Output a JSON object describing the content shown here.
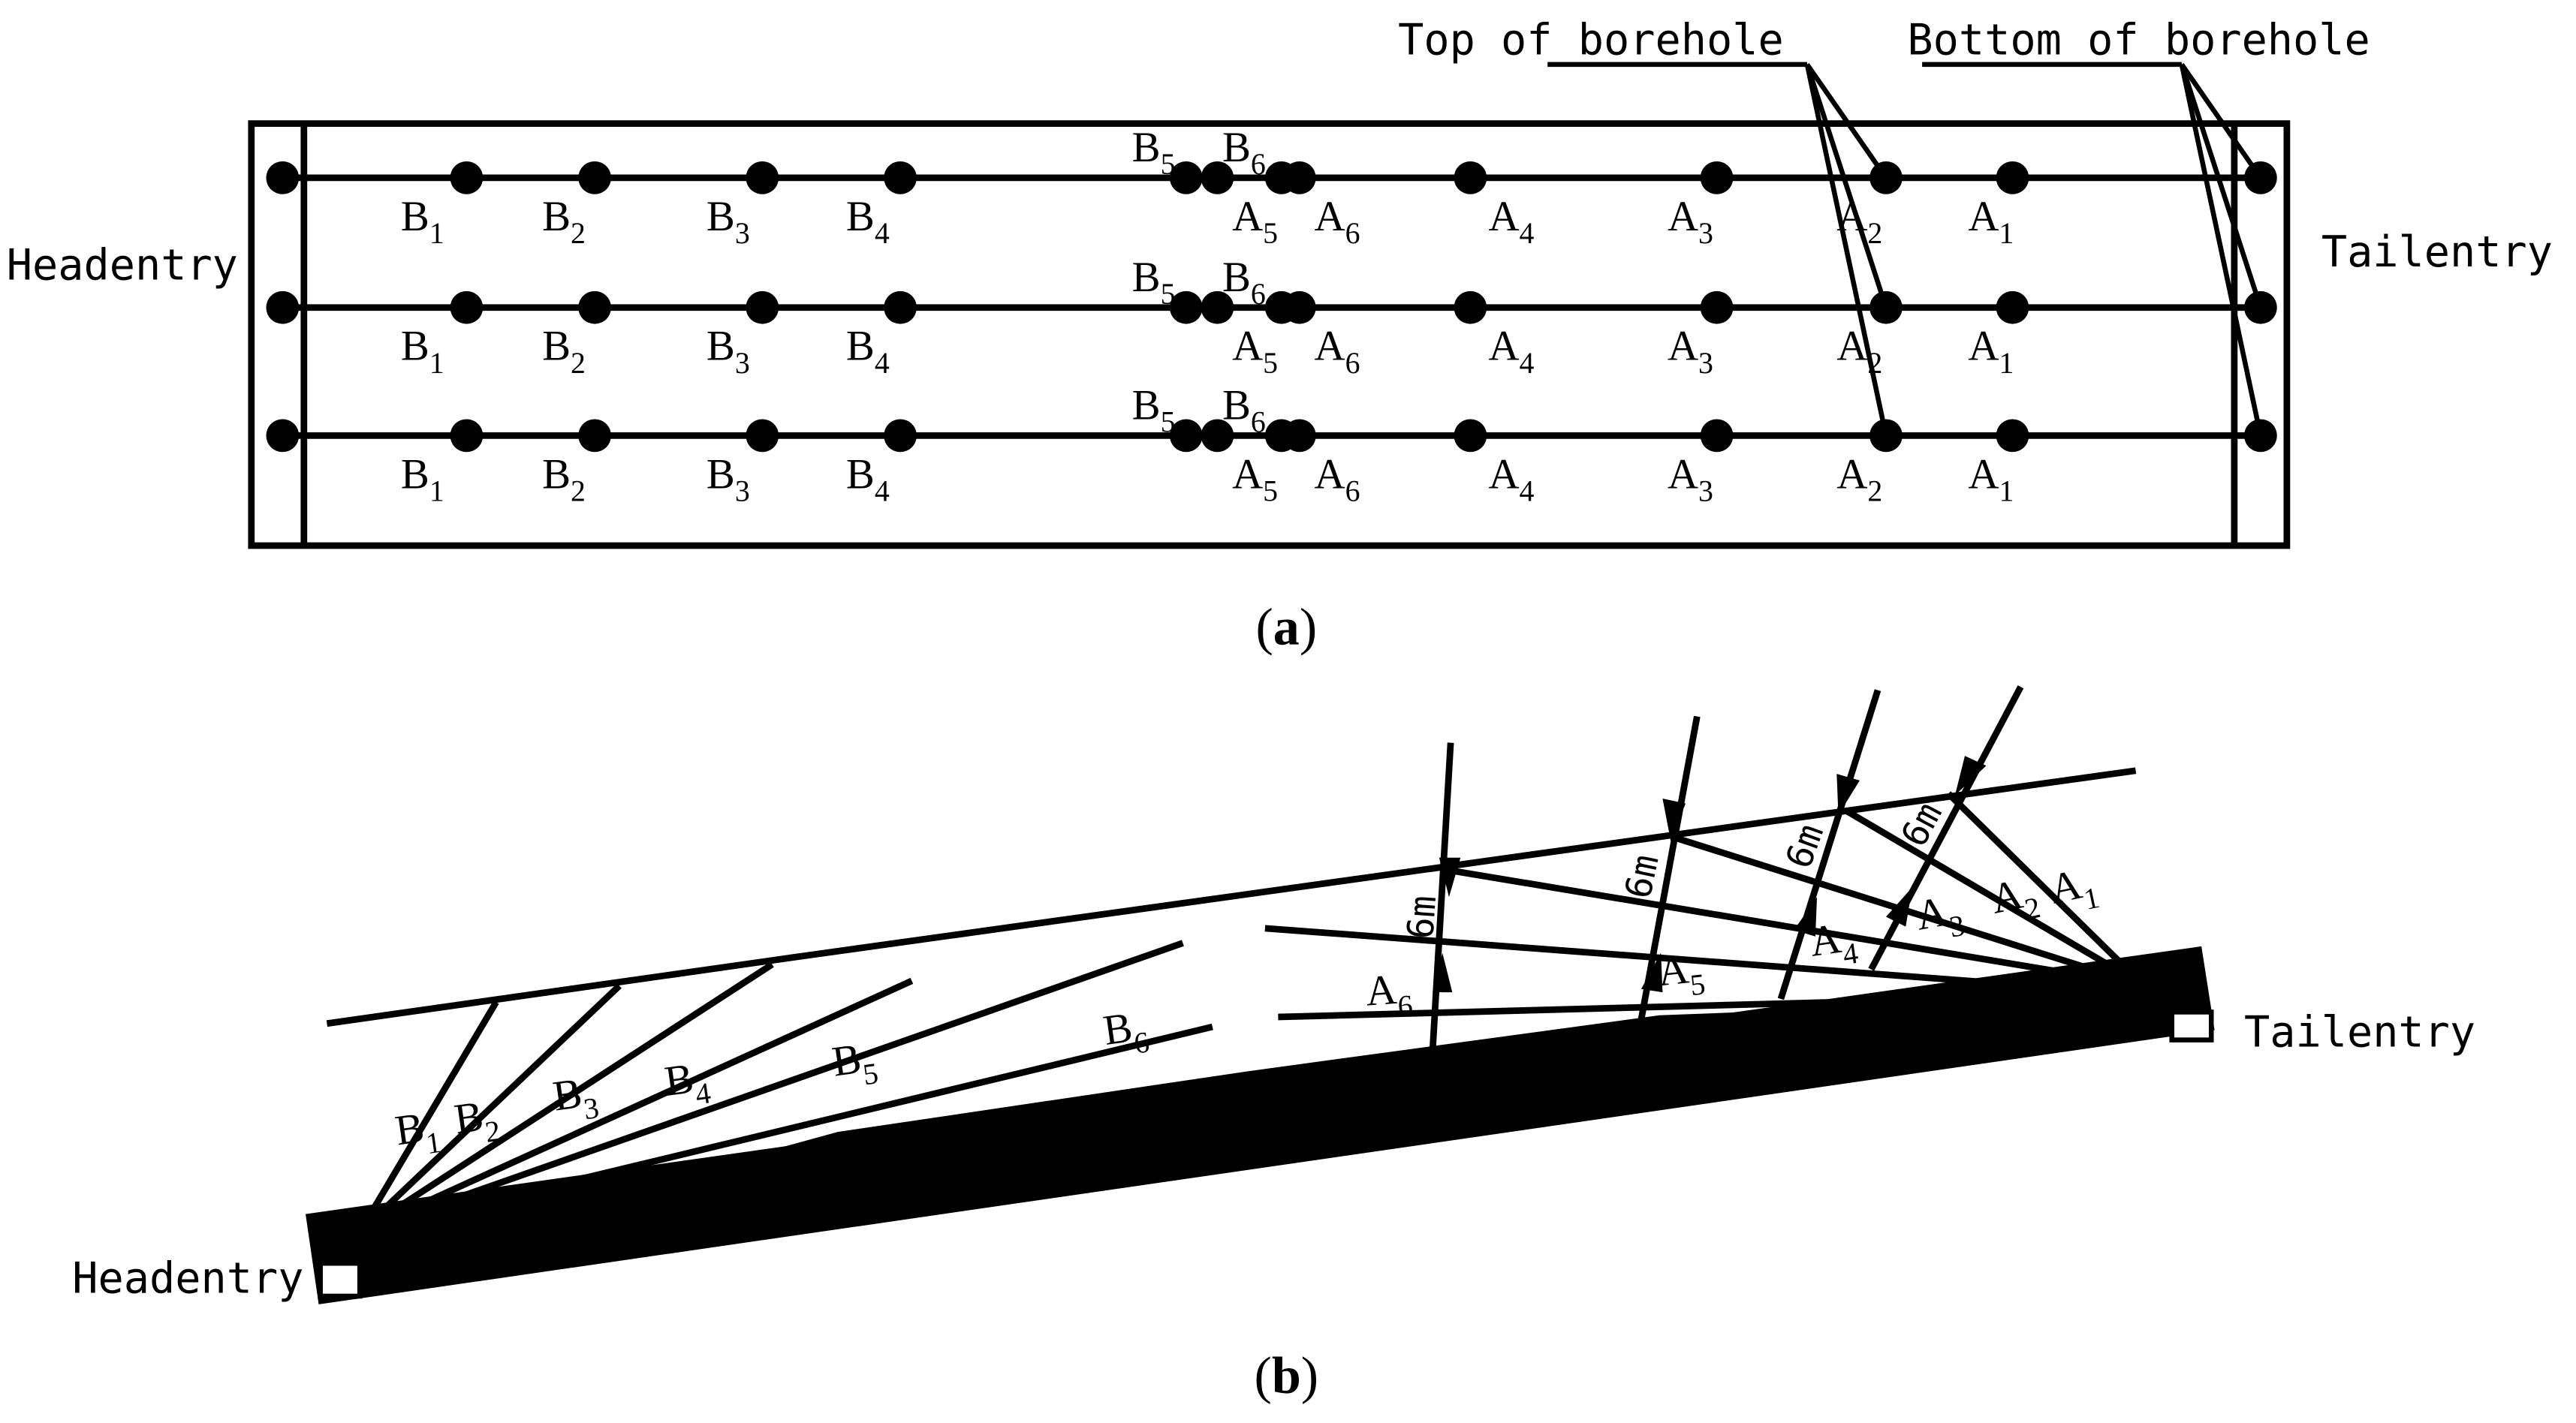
{
  "panel_a": {
    "headentry_label": "Headentry",
    "tailentry_label": "Tailentry",
    "top_label": "Top of borehole",
    "bottom_label": "Bottom of borehole",
    "caption_letter": "a",
    "rows": [
      {
        "b_labels": [
          [
            "B",
            "1"
          ],
          [
            "B",
            "2"
          ],
          [
            "B",
            "3"
          ],
          [
            "B",
            "4"
          ]
        ],
        "b_top": [
          [
            "B",
            "5"
          ],
          [
            "B",
            "6"
          ]
        ],
        "a_labels": [
          [
            "A",
            "5"
          ],
          [
            "A",
            "6"
          ],
          [
            "A",
            "4"
          ],
          [
            "A",
            "3"
          ],
          [
            "A",
            "2"
          ],
          [
            "A",
            "1"
          ]
        ]
      },
      {
        "b_labels": [
          [
            "B",
            "1"
          ],
          [
            "B",
            "2"
          ],
          [
            "B",
            "3"
          ],
          [
            "B",
            "4"
          ]
        ],
        "b_top": [
          [
            "B",
            "5"
          ],
          [
            "B",
            "6"
          ]
        ],
        "a_labels": [
          [
            "A",
            "5"
          ],
          [
            "A",
            "6"
          ],
          [
            "A",
            "4"
          ],
          [
            "A",
            "3"
          ],
          [
            "A",
            "2"
          ],
          [
            "A",
            "1"
          ]
        ]
      },
      {
        "b_labels": [
          [
            "B",
            "1"
          ],
          [
            "B",
            "2"
          ],
          [
            "B",
            "3"
          ],
          [
            "B",
            "4"
          ]
        ],
        "b_top": [
          [
            "B",
            "5"
          ],
          [
            "B",
            "6"
          ]
        ],
        "a_labels": [
          [
            "A",
            "5"
          ],
          [
            "A",
            "6"
          ],
          [
            "A",
            "4"
          ],
          [
            "A",
            "3"
          ],
          [
            "A",
            "2"
          ],
          [
            "A",
            "1"
          ]
        ]
      }
    ]
  },
  "panel_b": {
    "headentry_label": "Headentry",
    "tailentry_label": "Tailentry",
    "caption_letter": "b",
    "spacing_label": "6m",
    "b_labels": [
      [
        "B",
        "1"
      ],
      [
        "B",
        "2"
      ],
      [
        "B",
        "3"
      ],
      [
        "B",
        "4"
      ],
      [
        "B",
        "5"
      ],
      [
        "B",
        "6"
      ]
    ],
    "a_labels": [
      [
        "A",
        "6"
      ],
      [
        "A",
        "5"
      ],
      [
        "A",
        "4"
      ],
      [
        "A",
        "3"
      ],
      [
        "A",
        "2"
      ],
      [
        "A",
        "1"
      ]
    ]
  }
}
